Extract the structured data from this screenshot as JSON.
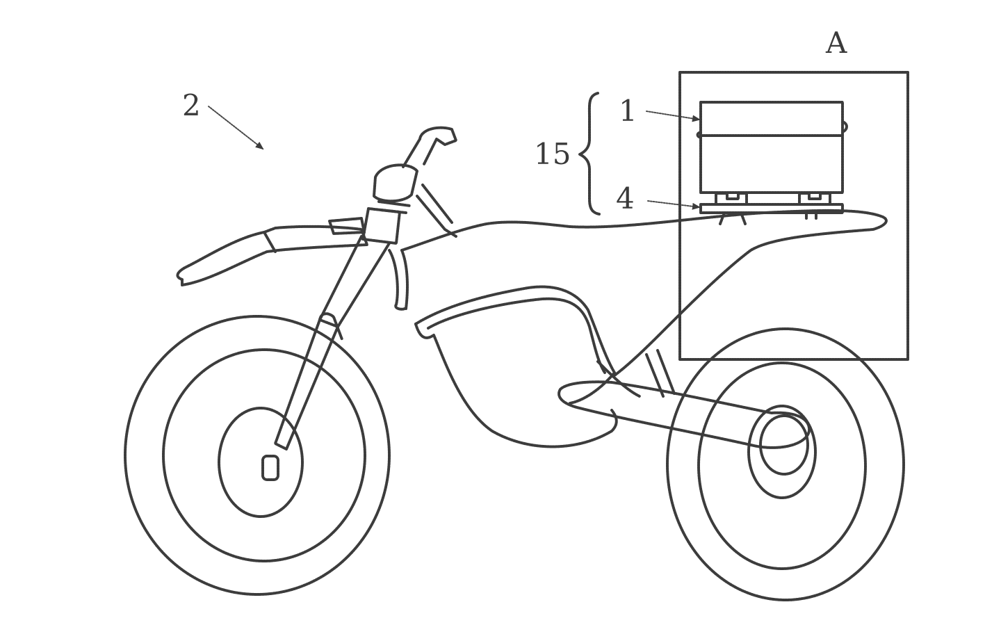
{
  "labels": {
    "vehicle_ref": "2",
    "detail_ref": "A",
    "assembly_ref": "15",
    "component_top_ref": "1",
    "component_bottom_ref": "4"
  },
  "colors": {
    "line": "#3c3c3c",
    "background": "#ffffff"
  }
}
